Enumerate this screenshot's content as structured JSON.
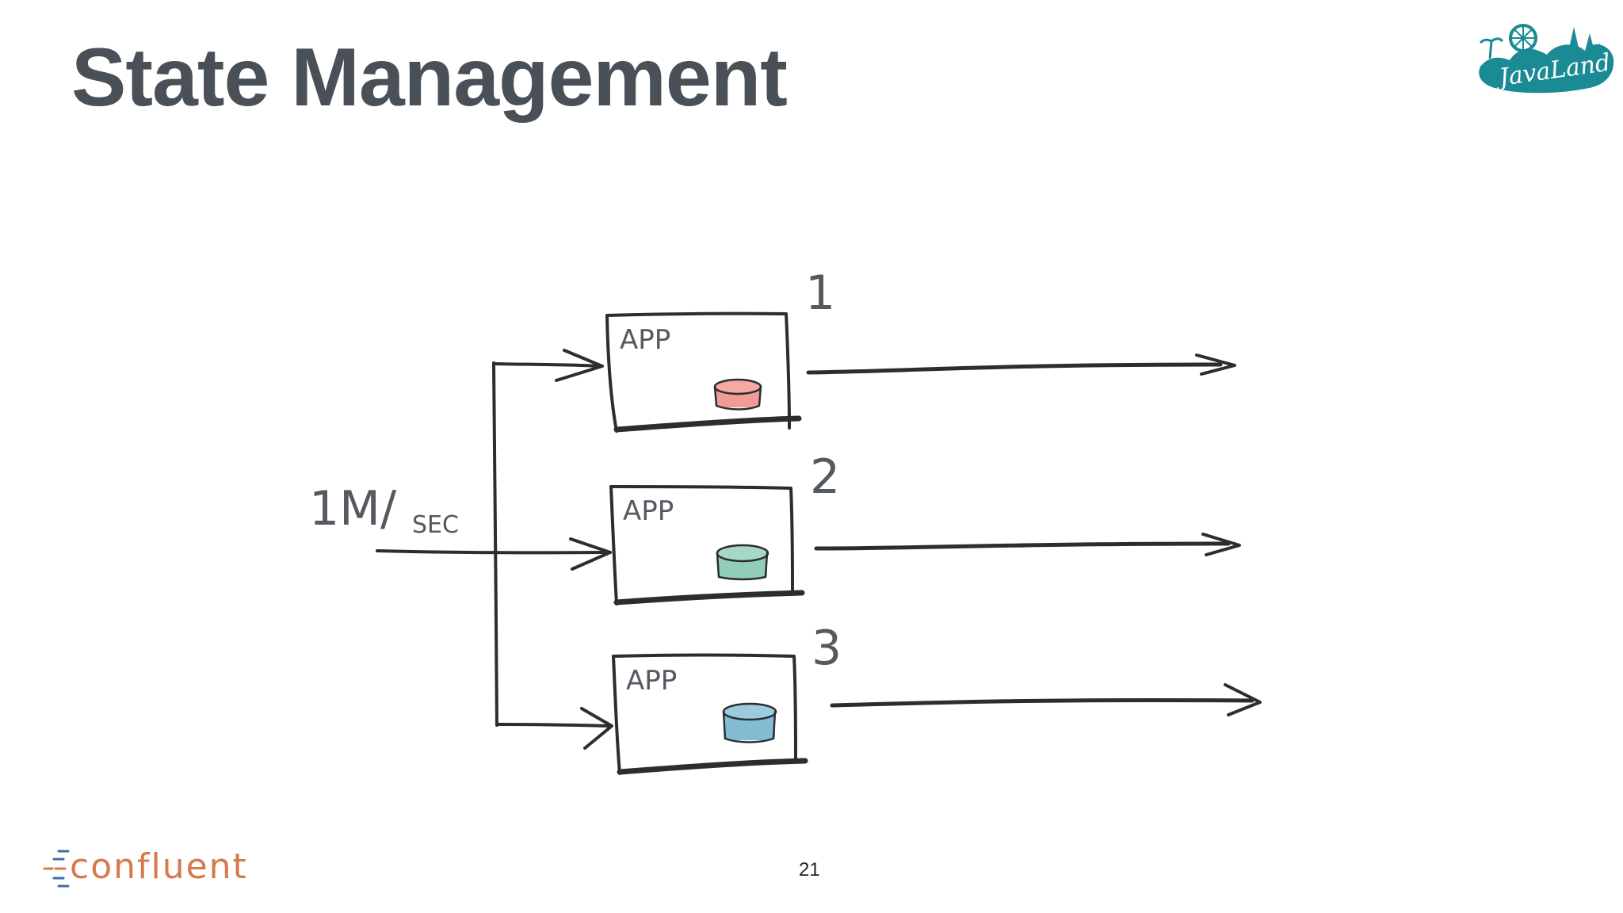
{
  "slide": {
    "title": "State Management",
    "page_number": "21"
  },
  "diagram": {
    "input_rate": {
      "main": "1M/",
      "unit": "SEC"
    },
    "apps": [
      {
        "number": "1",
        "label": "APP",
        "store_color": "#ef8a84"
      },
      {
        "number": "2",
        "label": "APP",
        "store_color": "#7fc3ae"
      },
      {
        "number": "3",
        "label": "APP",
        "store_color": "#6fb2cb"
      }
    ]
  },
  "logos": {
    "footer": "confluent",
    "event": "JavaLand",
    "footer_color": "#d9784d",
    "footer_dashes_color": "#3d6fa6",
    "event_color": "#1a8a94"
  }
}
